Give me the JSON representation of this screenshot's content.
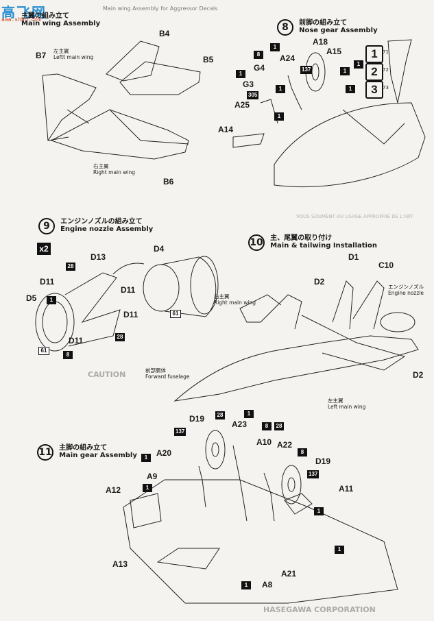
{
  "watermark": {
    "logo": "高飞网",
    "url": "aaa.shao.com"
  },
  "header_text": "Main wing Assembly for Aggressor Decals",
  "steps": {
    "s7": {
      "num": "",
      "jp": "主翼の組み立て",
      "en": "Main wing Assembly"
    },
    "s8": {
      "num": "8",
      "jp": "前脚の組み立て",
      "en": "Nose gear Assembly"
    },
    "s9": {
      "num": "9",
      "jp": "エンジンノズルの組み立て",
      "en": "Engine nozzle Assembly"
    },
    "s10": {
      "num": "10",
      "jp": "主、尾翼の取り付け",
      "en": "Main & tailwing Installation"
    },
    "s11": {
      "num": "11",
      "jp": "主脚の組み立て",
      "en": "Main gear Assembly"
    }
  },
  "s7_labels": {
    "b4": "B4",
    "b5": "B5",
    "b6": "B6",
    "b7": "B7",
    "left_jp": "左主翼",
    "left_en": "Leftt main wing",
    "right_jp": "右主翼",
    "right_en": "Right main wing"
  },
  "s8_labels": {
    "g4": "G4",
    "a24": "A24",
    "a18": "A18",
    "a15": "A15",
    "g3": "G3",
    "a25": "A25",
    "a14": "A14",
    "b1": "1",
    "b2": "1",
    "b3": "1",
    "b4": "1",
    "b5": "1",
    "b6": "1",
    "b7": "1",
    "b8": "8",
    "b137": "137",
    "b305": "305",
    "opt1": "1",
    "opt2": "2",
    "opt3": "3",
    "optn1": "71",
    "optn2": "72",
    "optn3": "73"
  },
  "s9_labels": {
    "x2": "x2",
    "d13": "D13",
    "d11a": "D11",
    "d11b": "D11",
    "d11c": "D11",
    "d11d": "D11",
    "d5": "D5",
    "d4": "D4",
    "b28a": "28",
    "b28b": "28",
    "b1": "1",
    "b8": "8",
    "b61a": "61",
    "b61b": "61"
  },
  "s10_labels": {
    "d1": "D1",
    "c10": "C10",
    "d2a": "D2",
    "d2b": "D2",
    "nozzle_jp": "エンジンノズル",
    "nozzle_en": "Engine nozzle",
    "right_jp": "右主翼",
    "right_en": "Right main wing",
    "left_jp": "左主翼",
    "left_en": "Left main wing",
    "fwd_jp": "前部胴体",
    "fwd_en": "Forward fuselage"
  },
  "s11_labels": {
    "d19a": "D19",
    "d19b": "D19",
    "a23": "A23",
    "a10": "A10",
    "a22": "A22",
    "a20": "A20",
    "a9": "A9",
    "a12": "A12",
    "a11": "A11",
    "a13": "A13",
    "a21": "A21",
    "a8": "A8",
    "b137a": "137",
    "b137b": "137",
    "b28a": "28",
    "b28b": "28",
    "b8a": "8",
    "b8b": "8",
    "b1a": "1",
    "b1b": "1",
    "b1c": "1",
    "b1d": "1",
    "b1e": "1",
    "b1f": "1"
  },
  "background_text": {
    "caution": "CAUTION",
    "mid1": "VOUS SOUMENT AU USAGE APPROPRIE DE L'ART",
    "footer": "HASEGAWA CORPORATION"
  }
}
